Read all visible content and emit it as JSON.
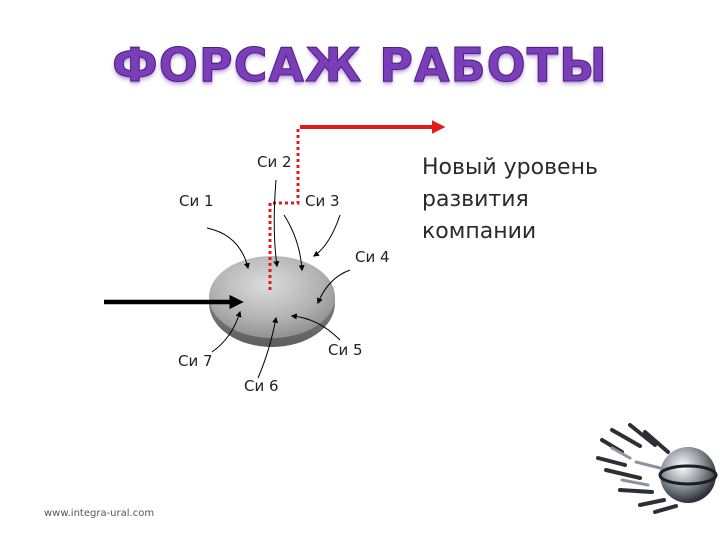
{
  "title": "ФОРСАЖ РАБОТЫ",
  "forces": [
    "Си 1",
    "Си 2",
    "Си 3",
    "Си 4",
    "Си 5",
    "Си 6",
    "Си 7"
  ],
  "description": [
    "Новый уровень",
    "развития",
    "компании"
  ],
  "footer": "www.integra-ural.com",
  "colors": {
    "title": "#7a3fb8",
    "path": "#e41b1b",
    "disc": "#a8a8a8",
    "arrow": "#000000"
  },
  "icons": [
    "logo-sphere-icon"
  ]
}
